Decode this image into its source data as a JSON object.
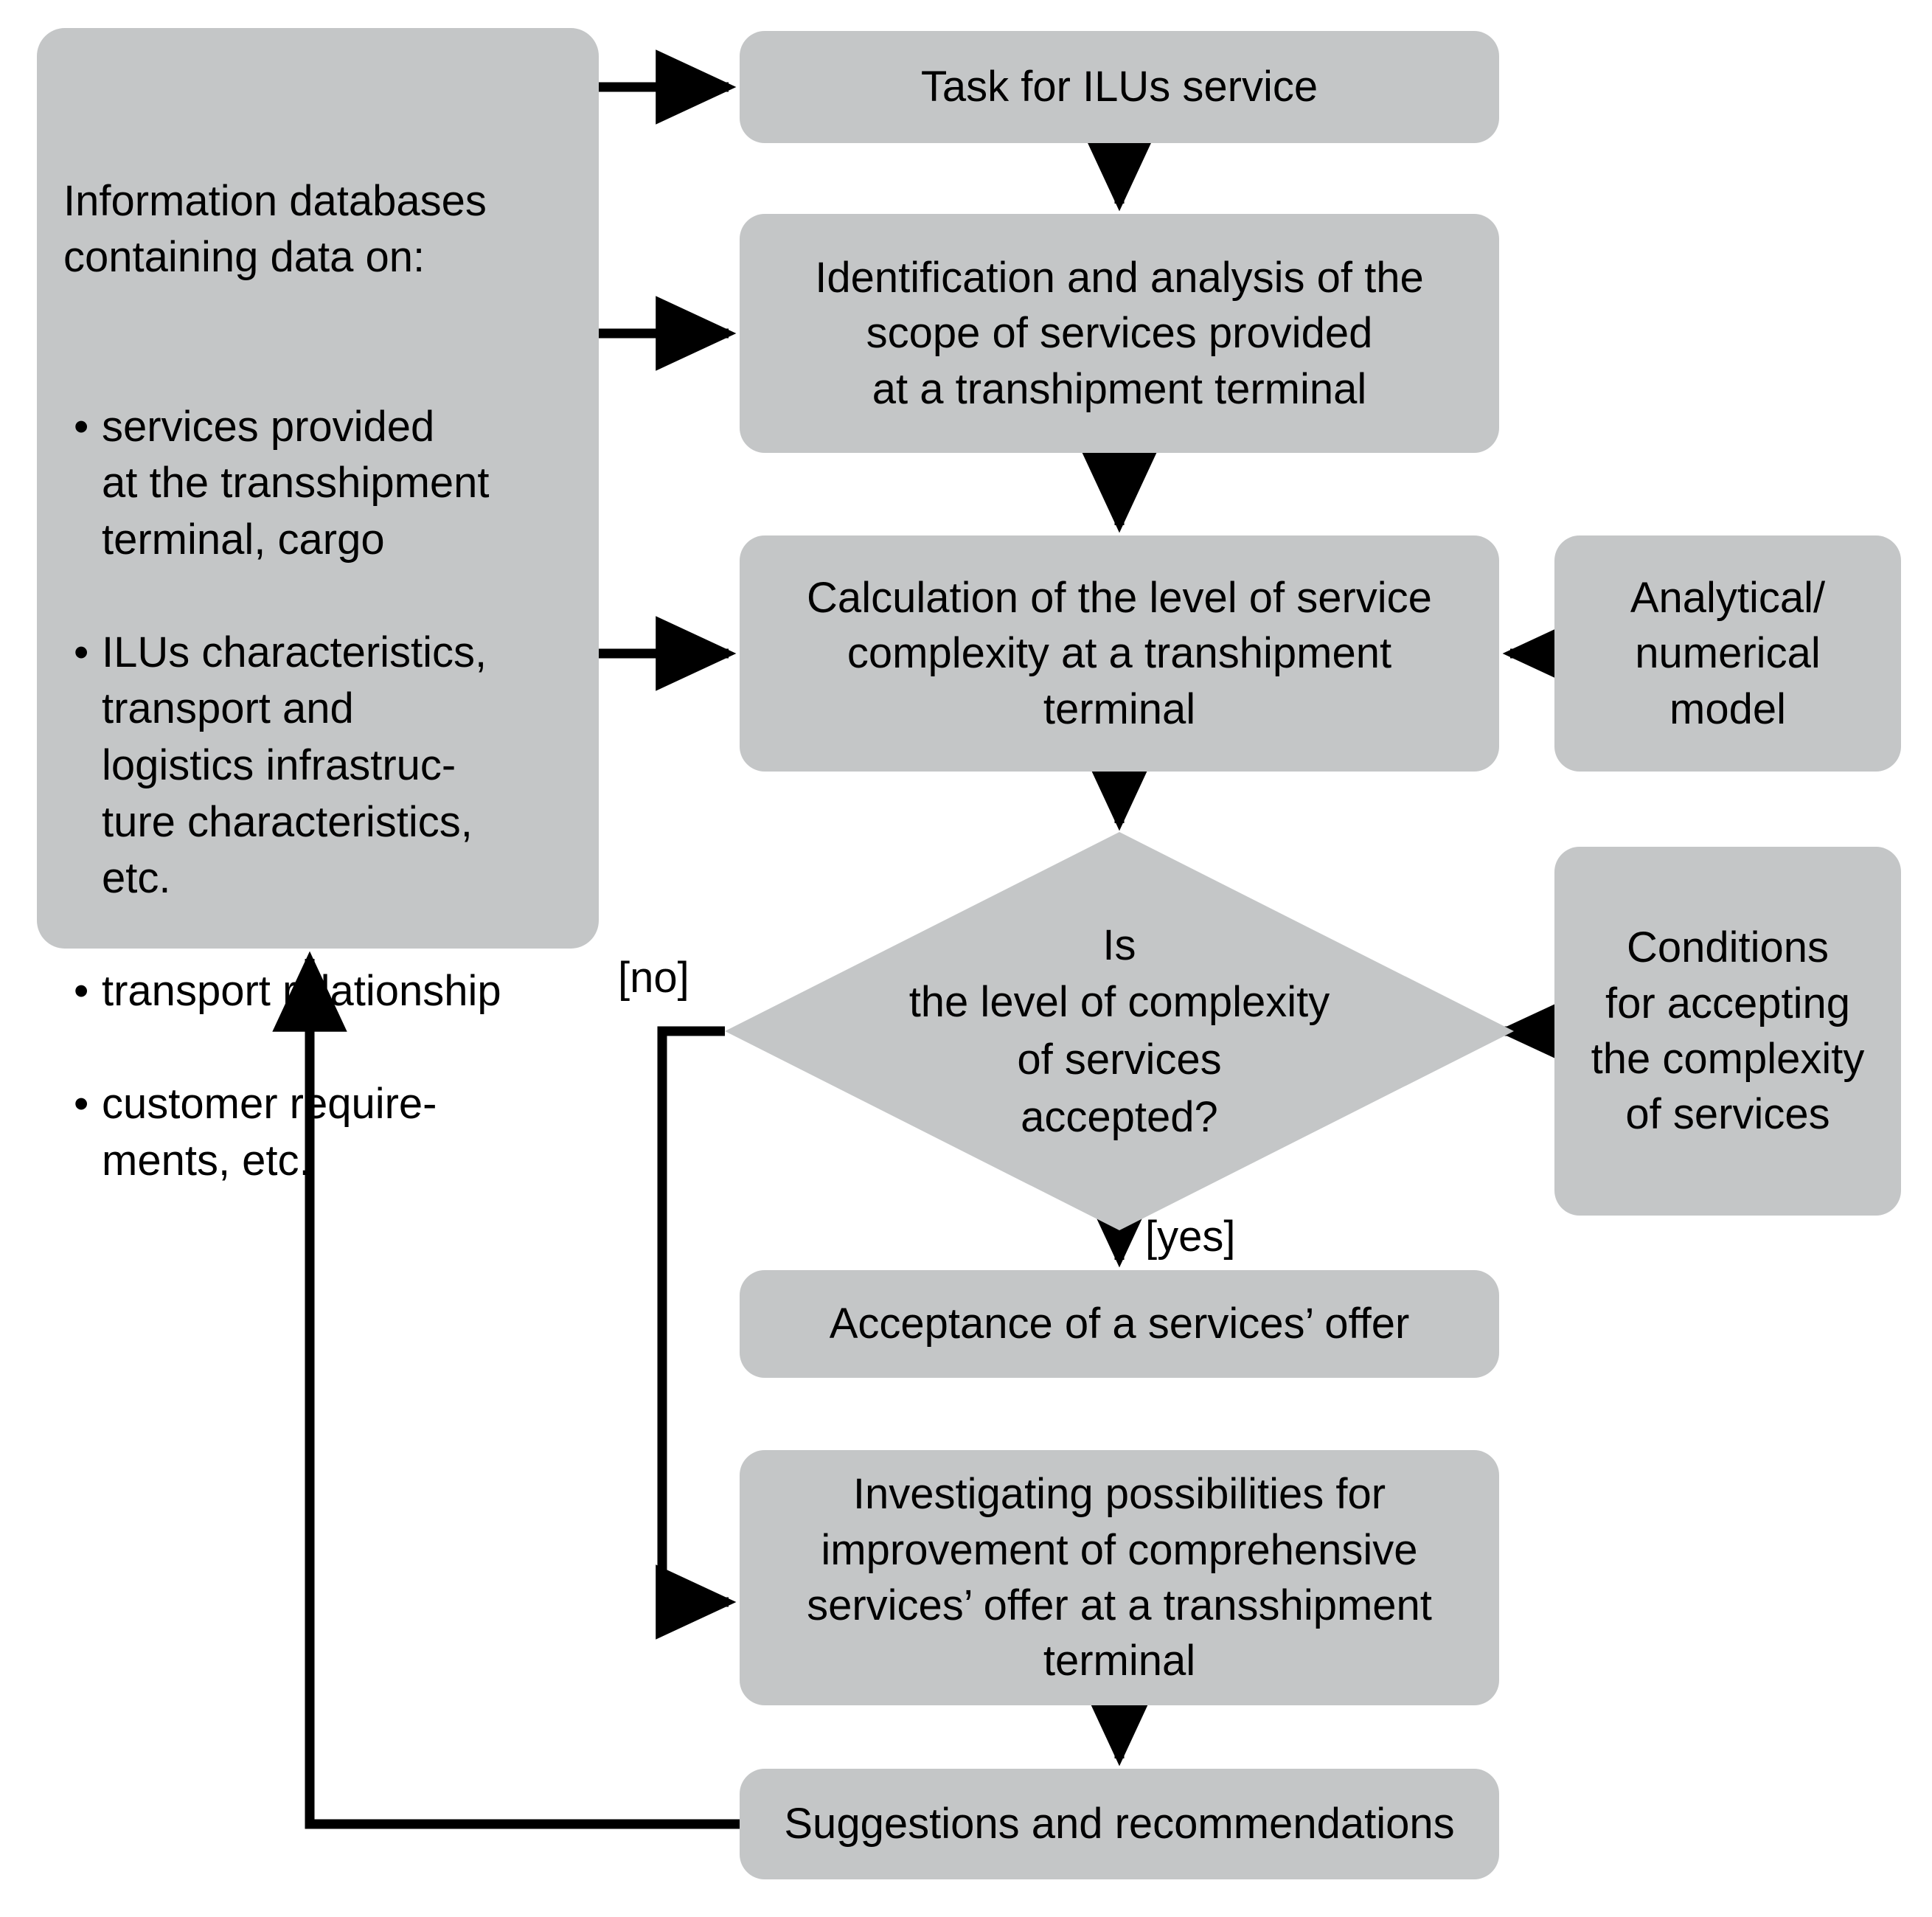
{
  "diagram": {
    "type": "flowchart",
    "background_color": "#ffffff",
    "node_fill_color": "#c4c6c7",
    "line_color": "#000000",
    "nodes": {
      "database": {
        "title": "Information databases\ncontaining data on:",
        "bullets": [
          "services provided\nat the transshipment\nterminal, cargo",
          "ILUs characteristics,\ntransport and\nlogistics infrastruc-\nture characteristics,\netc.",
          "transport relationship",
          "customer require-\nments, etc."
        ]
      },
      "task": "Task for ILUs service",
      "identification": "Identification and analysis of the\nscope of services provided\nat a transhipment terminal",
      "calculation": "Calculation of the level of service\ncomplexity at a transhipment\nterminal",
      "model": "Analytical/\nnumerical\nmodel",
      "decision": "Is\nthe level of complexity\nof services\naccepted?",
      "conditions": "Conditions\nfor accepting\nthe complexity\nof services",
      "acceptance": "Acceptance of a services’ offer",
      "investigating": "Investigating possibilities for\nimprovement of comprehensive\nservices’ offer at a transshipment\nterminal",
      "suggestions": "Suggestions and recommendations"
    },
    "edge_labels": {
      "no": "[no]",
      "yes": "[yes]"
    }
  }
}
